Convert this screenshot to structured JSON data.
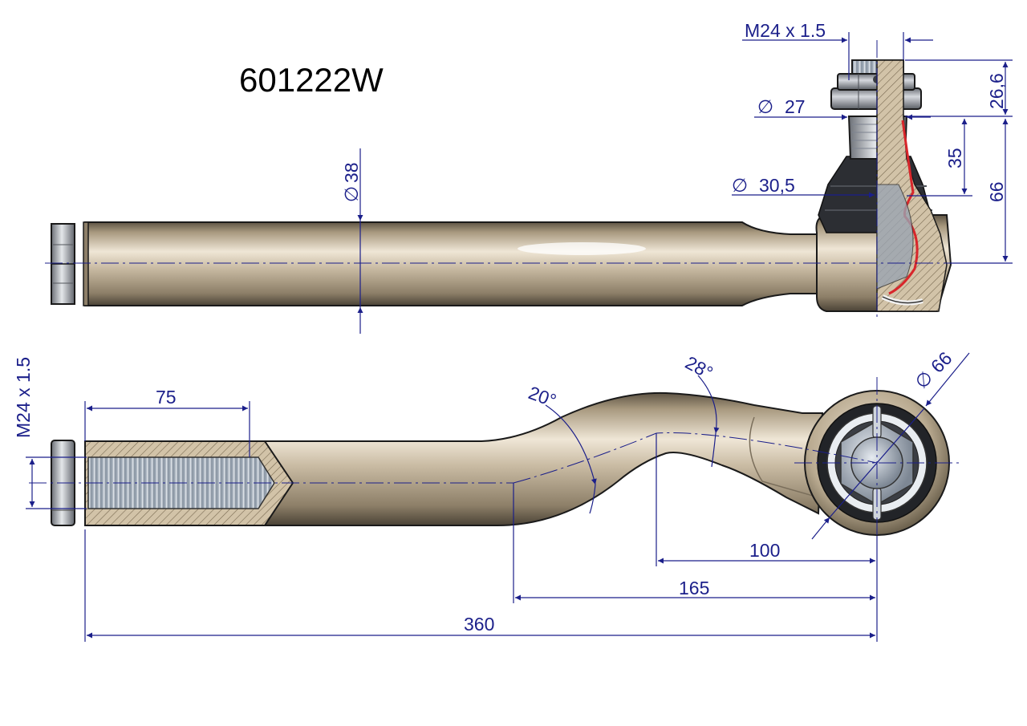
{
  "part_number": "601222W",
  "dimensions": {
    "thread_top": "M24 x 1.5",
    "height_26_6": "26,6",
    "dia_27": "27",
    "height_35": "35",
    "dia_30_5": "30,5",
    "height_66": "66",
    "dia_38": "38",
    "thread_side": "M24 x 1.5",
    "thread_len": "75",
    "angle_20": "20°",
    "angle_28": "28°",
    "dia_66": "66",
    "len_100": "100",
    "len_165": "165",
    "len_360": "360"
  },
  "colors": {
    "dimension": "#1b1f8a",
    "steel_body": "#c7b9a1",
    "section_red": "#d8262b",
    "rubber_boot": "#2c2e33"
  }
}
